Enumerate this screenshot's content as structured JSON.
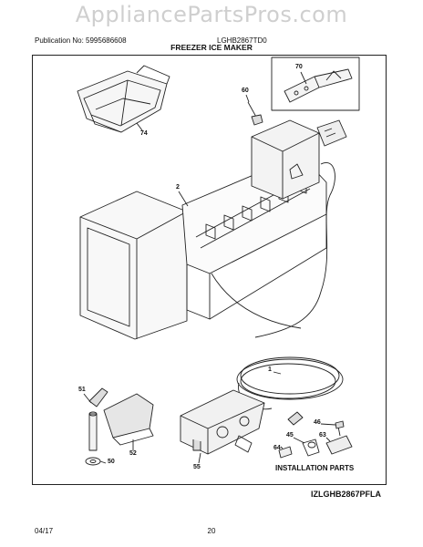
{
  "watermark": "AppliancePartsPros.com",
  "header": {
    "publication": "Publication No: 5995686608",
    "model": "LGHB2867TD0",
    "section_title": "FREEZER ICE MAKER"
  },
  "callouts": {
    "p74": "74",
    "p70": "70",
    "p60": "60",
    "p2": "2",
    "p1": "1",
    "p51": "51",
    "p52": "52",
    "p50": "50",
    "p55": "55",
    "p46": "46",
    "p63": "63",
    "p45": "45",
    "p64": "64"
  },
  "installation_parts_label": "INSTALLATION PARTS",
  "diagram_id": "IZLGHB2867PFLA",
  "footer": {
    "date": "04/17",
    "page_number": "20"
  }
}
